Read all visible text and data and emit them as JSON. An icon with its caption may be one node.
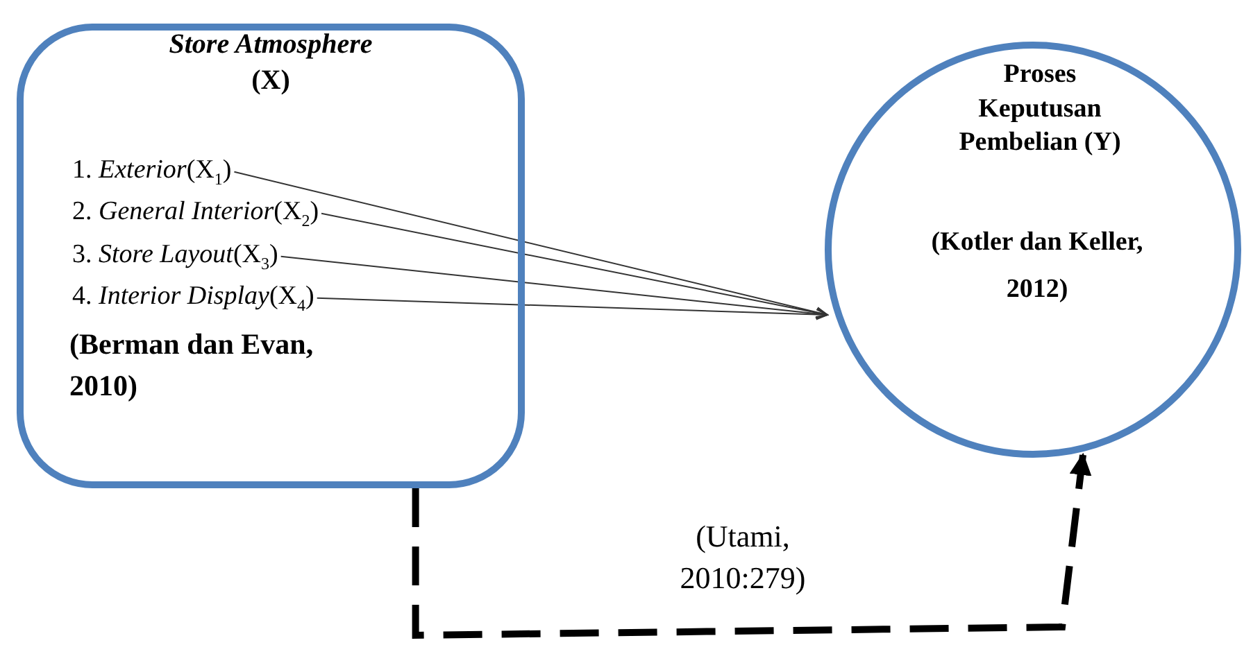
{
  "diagram": {
    "nodes": [
      {
        "text": [
          "*Store Atmosphere* (X)",
          "(Berman dan Evan, 2010)"
        ]
      },
      {
        "text": [
          "1. *Exterior*(X$_{1}$)"
        ],
        "in": 0
      },
      {
        "text": [
          "2. *General Interior*(X$_{2}$)"
        ],
        "in": 0
      },
      {
        "text": [
          "3. *Store Layout*(X$_{3}$)"
        ],
        "in": 0
      },
      {
        "text": [
          "4. *Interior Display*(X$_{4}$)"
        ],
        "in": 0
      },
      {
        "text": [
          "Proses Keputusan Pembelian (Y)",
          "(Kotler dan Keller, 2012)"
        ]
      }
    ],
    "edges": [
      {
        "from": 1,
        "to": 5,
        "arrow": "to"
      },
      {
        "from": 2,
        "to": 5,
        "arrow": "to"
      },
      {
        "from": 3,
        "to": 5,
        "arrow": "to"
      },
      {
        "from": 4,
        "to": 5,
        "arrow": "to"
      },
      {
        "from": 0,
        "to": 5,
        "arrow": "to",
        "label": "(Utami, 2010:279)",
        "style": "dashed"
      }
    ]
  }
}
